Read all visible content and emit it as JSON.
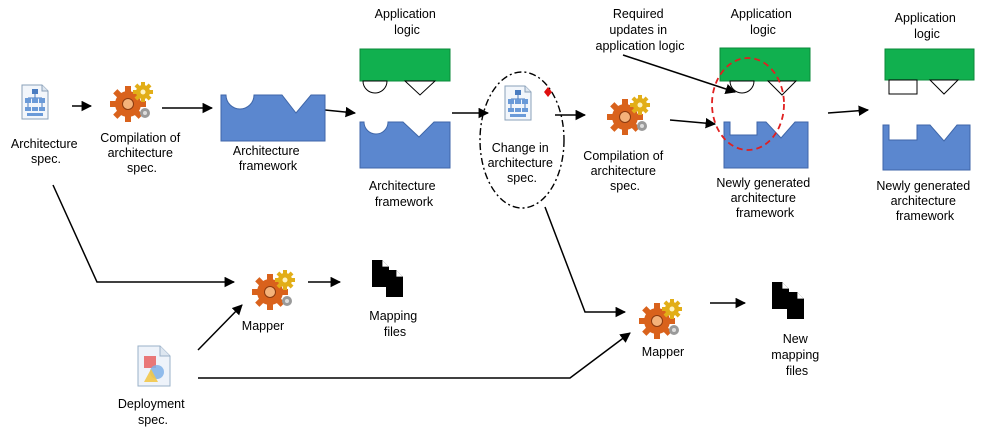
{
  "colors": {
    "framework_blue": "#5b87cf",
    "logic_green": "#11b04f",
    "highlight_red": "#e02020",
    "gear_orange": "#e06a20",
    "gear_yellow": "#e2b018",
    "change_marker": "#e01010"
  },
  "icons": {
    "spec": "architecture-spec-document-icon",
    "gear": "compiler-gears-icon",
    "file": "document-file-icon",
    "deployment": "deployment-spec-document-icon"
  },
  "labels": {
    "arch_spec": [
      "Architecture",
      "spec."
    ],
    "compile1": [
      "Compilation of",
      "architecture",
      "spec."
    ],
    "framework1": [
      "Architecture",
      "framework"
    ],
    "app_logic1": [
      "Application",
      "logic"
    ],
    "framework2": [
      "Architecture",
      "framework"
    ],
    "change": [
      "Change in",
      "architecture",
      "spec."
    ],
    "required": [
      "Required",
      "updates in",
      "application logic"
    ],
    "compile2": [
      "Compilation of",
      "architecture",
      "spec."
    ],
    "app_logic2": [
      "Application",
      "logic"
    ],
    "new_framework1": [
      "Newly generated",
      "architecture",
      "framework"
    ],
    "app_logic3": [
      "Application",
      "logic"
    ],
    "new_framework2": [
      "Newly generated",
      "architecture",
      "framework"
    ],
    "mapper1": [
      "Mapper"
    ],
    "mapping_files": [
      "Mapping",
      "files"
    ],
    "deployment": [
      "Deployment",
      "spec."
    ],
    "mapper2": [
      "Mapper"
    ],
    "new_mapping_files": [
      "New",
      "mapping",
      "files"
    ]
  }
}
